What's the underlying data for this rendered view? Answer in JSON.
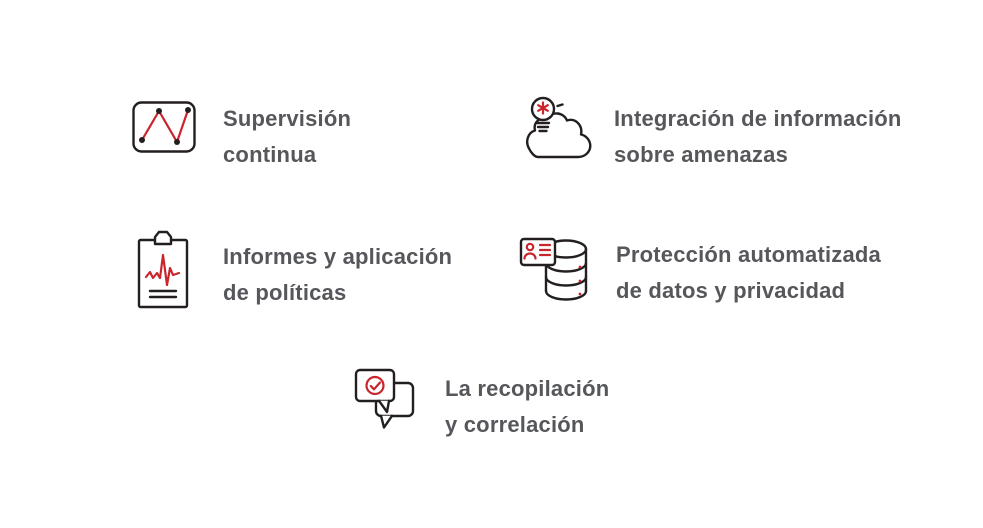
{
  "page": {
    "background": "#ffffff"
  },
  "colors": {
    "text": "#56575B",
    "icon_outline": "#231F20",
    "icon_accent_red": "#C9252D"
  },
  "features": [
    {
      "name": "supervision-continua",
      "icon": "line-chart-icon",
      "lines": [
        "Supervisión",
        "continua"
      ]
    },
    {
      "name": "integracion-informacion-amenazas",
      "icon": "cloud-threat-bulb-icon",
      "lines": [
        "Integración de información",
        "sobre amenazas"
      ]
    },
    {
      "name": "informes-aplicacion-politicas",
      "icon": "clipboard-pulse-icon",
      "lines": [
        "Informes y aplicación",
        "de políticas"
      ]
    },
    {
      "name": "proteccion-datos-privacidad",
      "icon": "database-id-card-icon",
      "lines": [
        "Protección automatizada",
        "de datos y privacidad"
      ]
    },
    {
      "name": "recopilacion-correlacion",
      "icon": "chat-check-icon",
      "lines": [
        "La recopilación",
        "y correlación"
      ]
    }
  ]
}
